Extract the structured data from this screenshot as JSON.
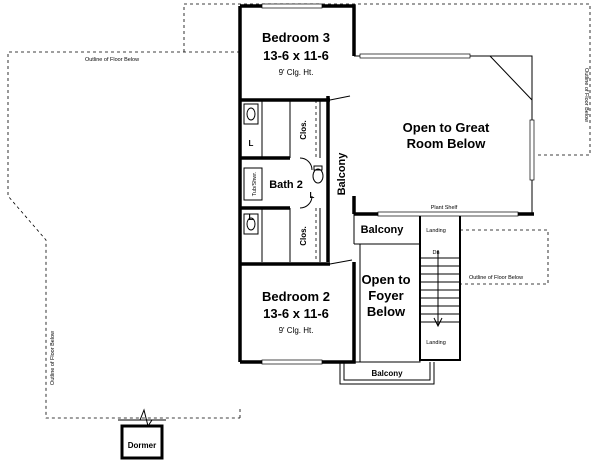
{
  "rooms": {
    "bedroom3": {
      "name": "Bedroom 3",
      "dims": "13-6 x 11-6",
      "ceiling": "9' Clg. Ht."
    },
    "bedroom2": {
      "name": "Bedroom 2",
      "dims": "13-6 x 11-6",
      "ceiling": "9' Clg. Ht."
    },
    "bath2": {
      "name": "Bath 2"
    },
    "tub": {
      "label": "Tub/Shwr."
    },
    "great_room": {
      "line1": "Open to Great",
      "line2": "Room Below"
    },
    "foyer": {
      "line1": "Open to",
      "line2": "Foyer",
      "line3": "Below"
    },
    "dormer": {
      "label": "Dormer"
    }
  },
  "labels": {
    "closet": "Clos.",
    "linen": "L",
    "balcony": "Balcony",
    "plant_shelf": "Plant Shelf",
    "landing": "Landing",
    "down": "Dn",
    "outline": "Outline of Floor Below"
  }
}
